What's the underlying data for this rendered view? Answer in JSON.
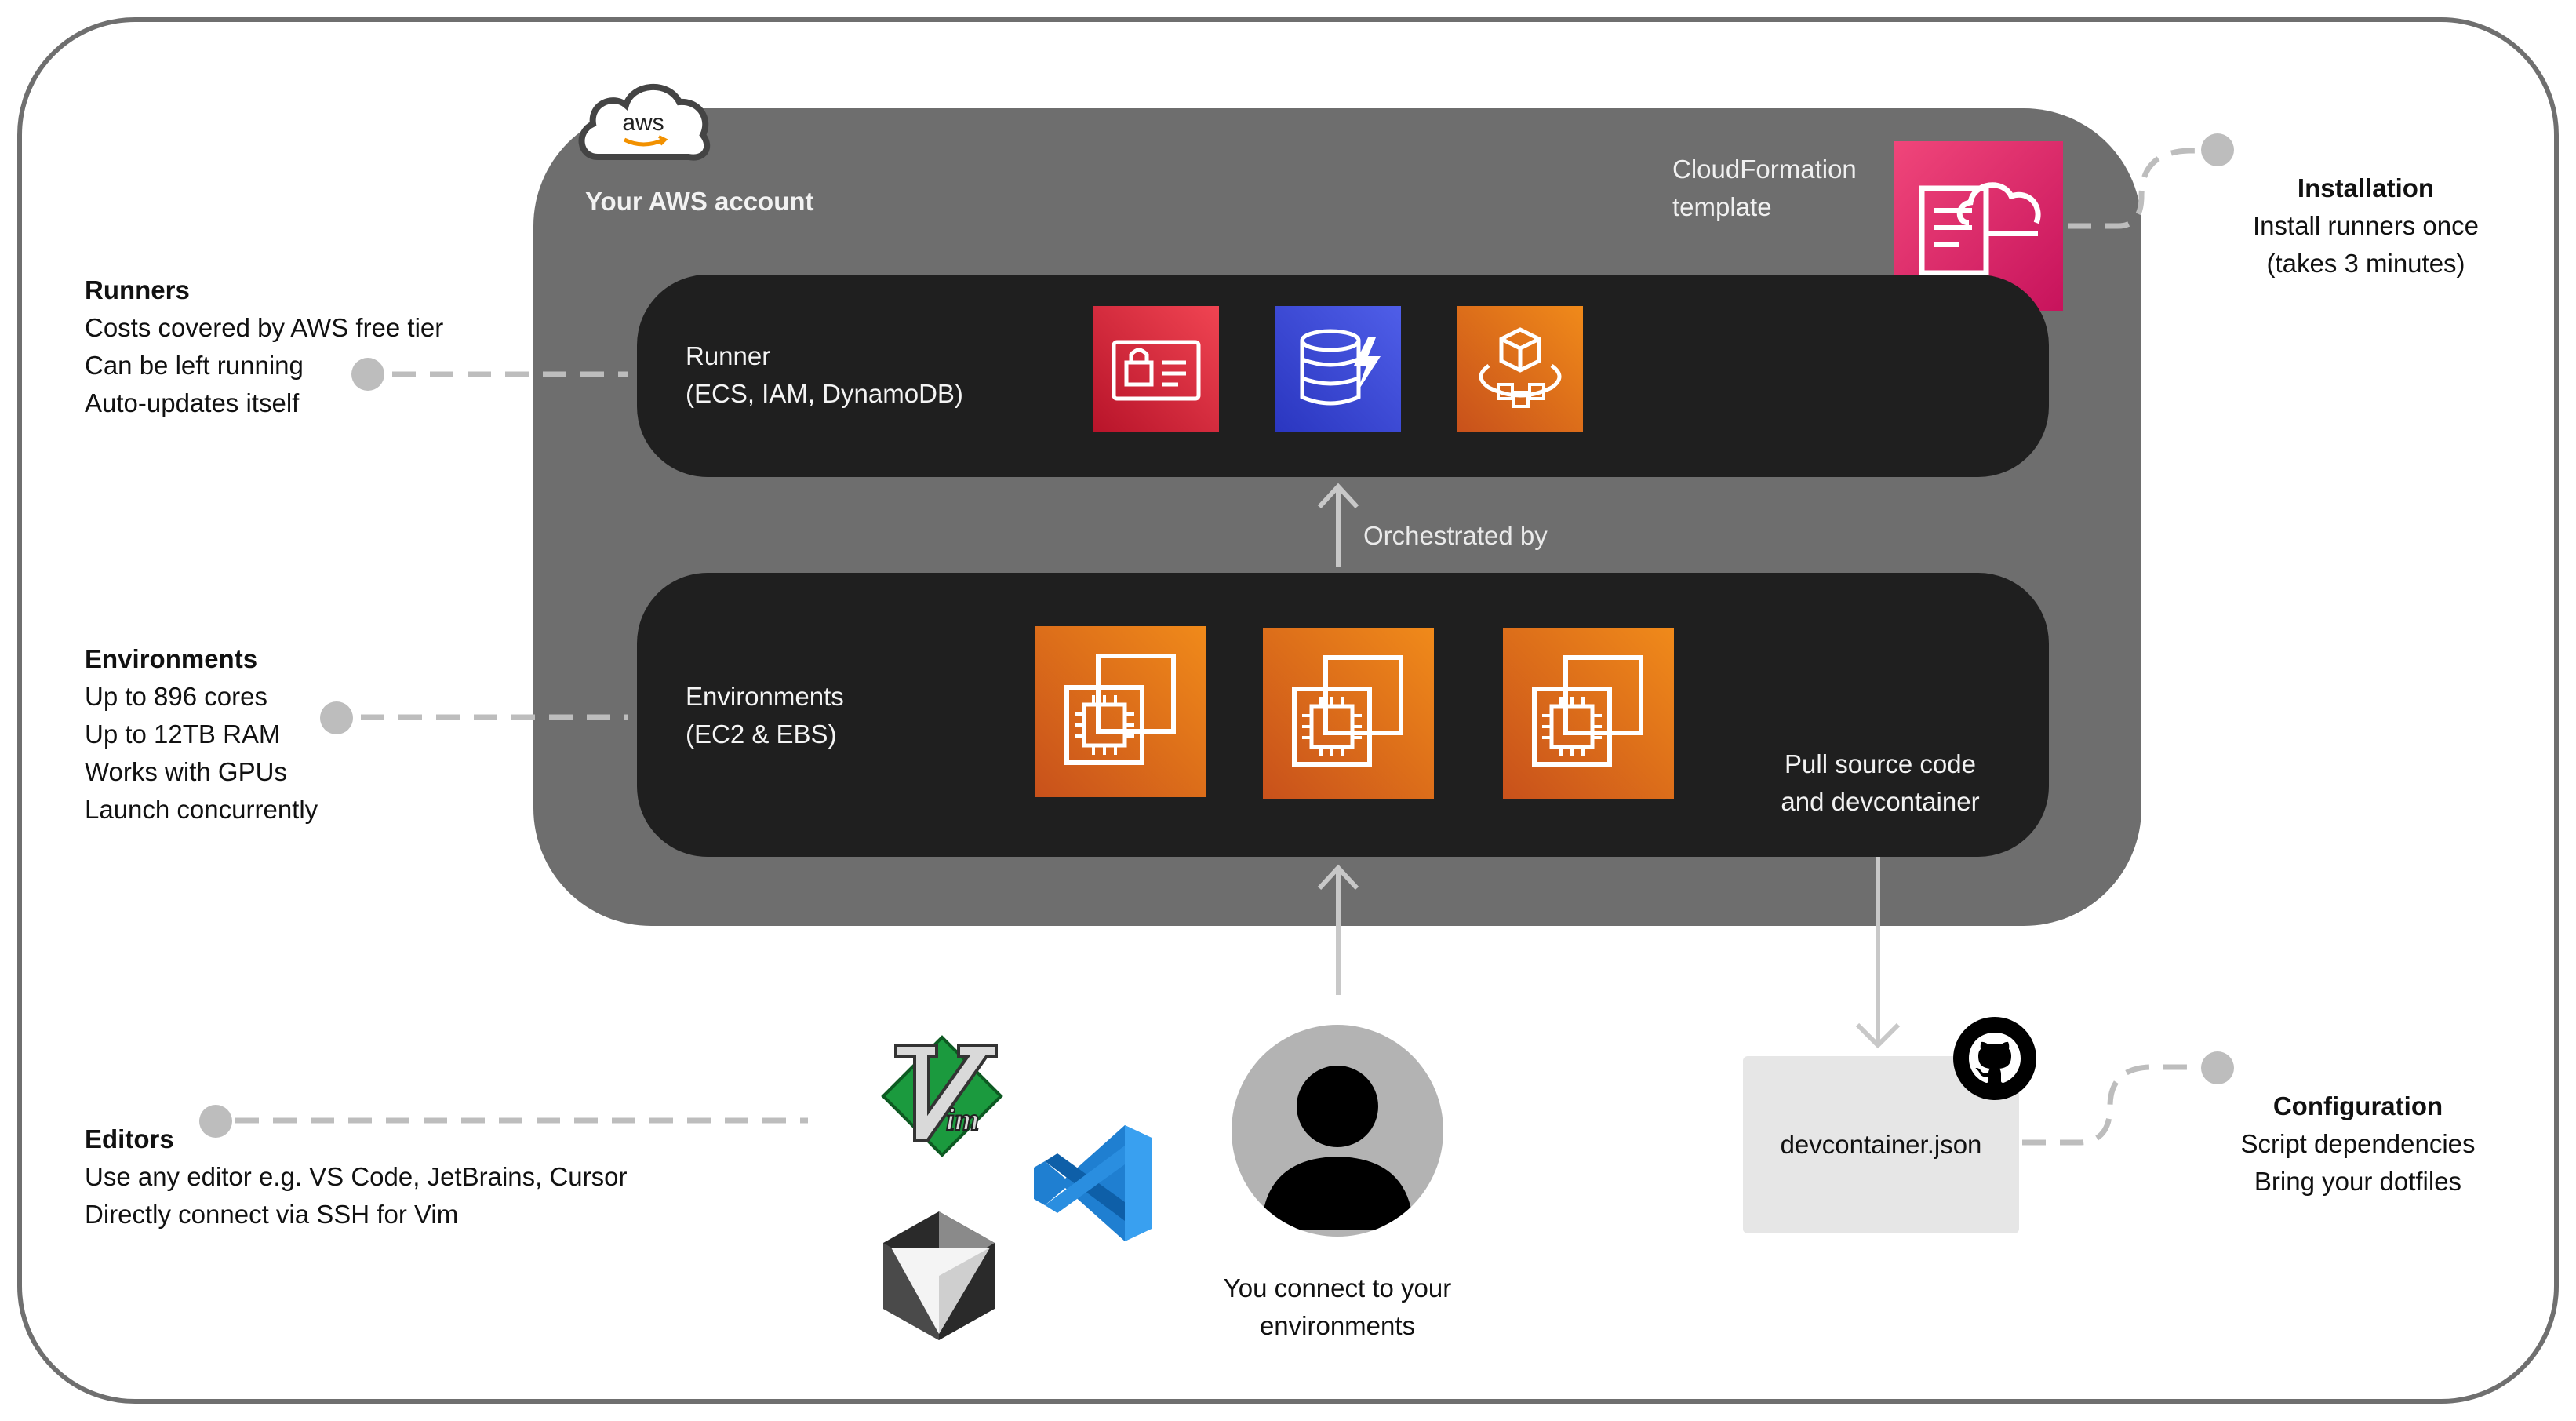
{
  "aws": {
    "cloud_text": "aws",
    "account_title": "Your AWS account",
    "cloudformation_line1": "CloudFormation",
    "cloudformation_line2": "template"
  },
  "runner": {
    "label_line1": "Runner",
    "label_line2": "(ECS, IAM, DynamoDB)",
    "services": [
      "iam-identity-icon",
      "dynamodb-icon",
      "ecs-icon"
    ]
  },
  "orchestrated_label": "Orchestrated by",
  "environments": {
    "label_line1": "Environments",
    "label_line2": "(EC2 & EBS)",
    "instances": [
      "ec2-instance-icon",
      "ec2-instance-icon",
      "ec2-instance-icon"
    ],
    "pull_line1": "Pull source code",
    "pull_line2": "and devcontainer"
  },
  "notes": {
    "runners": {
      "title": "Runners",
      "lines": [
        "Costs covered by AWS free tier",
        "Can be left running",
        "Auto-updates itself"
      ]
    },
    "environments": {
      "title": "Environments",
      "lines": [
        "Up to 896 cores",
        "Up to 12TB RAM",
        "Works with GPUs",
        "Launch concurrently"
      ]
    },
    "editors": {
      "title": "Editors",
      "lines": [
        "Use any editor e.g. VS Code, JetBrains, Cursor",
        "Directly connect via SSH for Vim"
      ]
    },
    "installation": {
      "title": "Installation",
      "lines": [
        "Install runners once",
        "(takes 3 minutes)"
      ]
    },
    "configuration": {
      "title": "Configuration",
      "lines": [
        "Script dependencies",
        "Bring your dotfiles"
      ]
    }
  },
  "devcontainer_label": "devcontainer.json",
  "user_label_line1": "You connect to your",
  "user_label_line2": "environments",
  "editors_icons": [
    "vim-icon",
    "vscode-icon",
    "cursor-icon"
  ],
  "colors": {
    "aws_account_bg": "#6e6e6e",
    "row_bg": "#1f1f1f",
    "iam_red": "#dd2436",
    "dynamodb_blue": "#3a48d4",
    "ec2_orange": "#e8731a",
    "cloudformation_pink": "#e52a6b",
    "connector_grey": "#bdbdbd"
  }
}
